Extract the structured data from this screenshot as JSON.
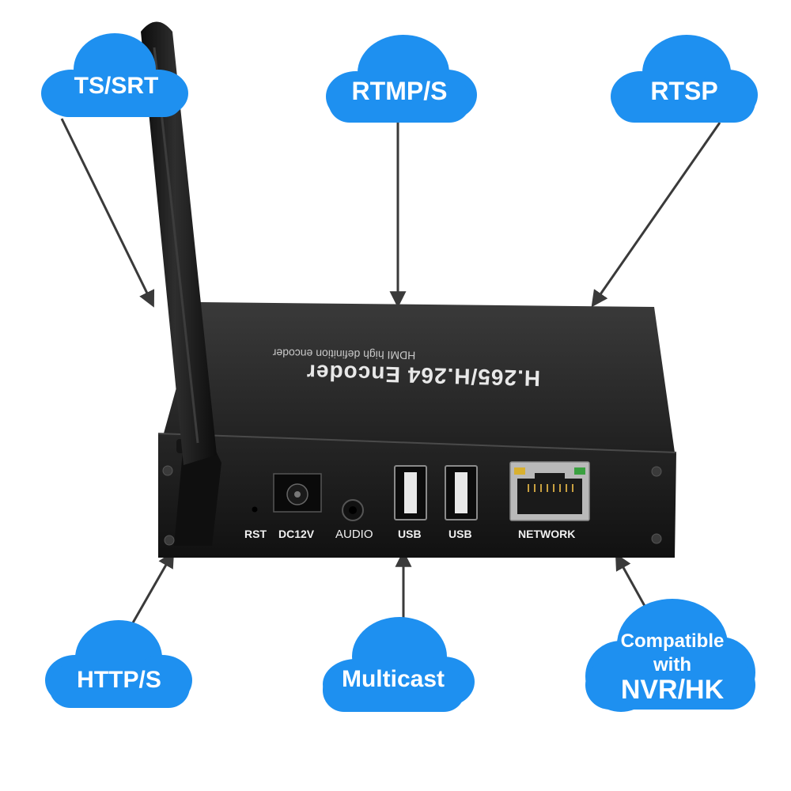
{
  "clouds": {
    "ts_srt": "TS/SRT",
    "rtmp_s": "RTMP/S",
    "rtsp": "RTSP",
    "http_s": "HTTP/S",
    "multicast": "Multicast",
    "compatible_line1": "Compatible",
    "compatible_line2": "with",
    "compatible_line3": "NVR/HK"
  },
  "device": {
    "title": "H.265/H.264 Encoder",
    "subtitle": "HDMI high definition encoder"
  },
  "ports": {
    "rst": "RST",
    "dc": "DC12V",
    "audio": "AUDIO",
    "usb1": "USB",
    "usb2": "USB",
    "network": "NETWORK"
  },
  "colors": {
    "cloud": "#1e90f0",
    "device": "#1a1a1a",
    "arrow": "#3a3a3a"
  }
}
